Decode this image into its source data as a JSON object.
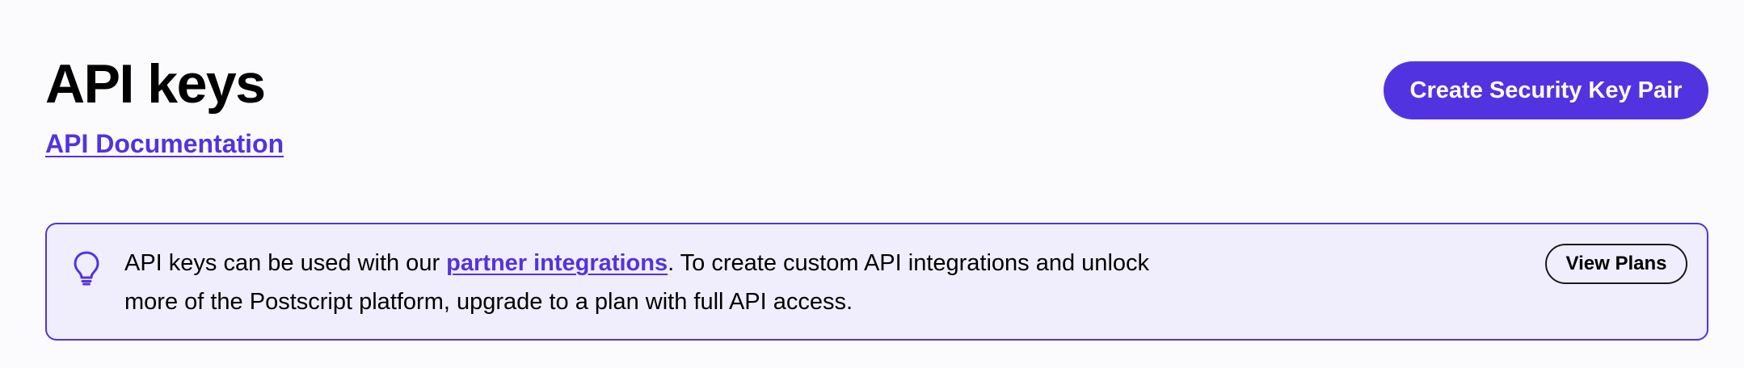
{
  "header": {
    "title": "API keys",
    "doc_link": "API Documentation",
    "create_button": "Create Security Key Pair"
  },
  "banner": {
    "icon": "lightbulb-icon",
    "text_before": "API keys can be used with our ",
    "link": "partner integrations",
    "text_after": ". To create custom API integrations and unlock more of the Postscript platform, upgrade to a plan with full API access.",
    "button": "View Plans"
  },
  "colors": {
    "accent": "#5233e0",
    "banner_bg": "#f0eefc",
    "page_bg": "#fbfbfd"
  }
}
